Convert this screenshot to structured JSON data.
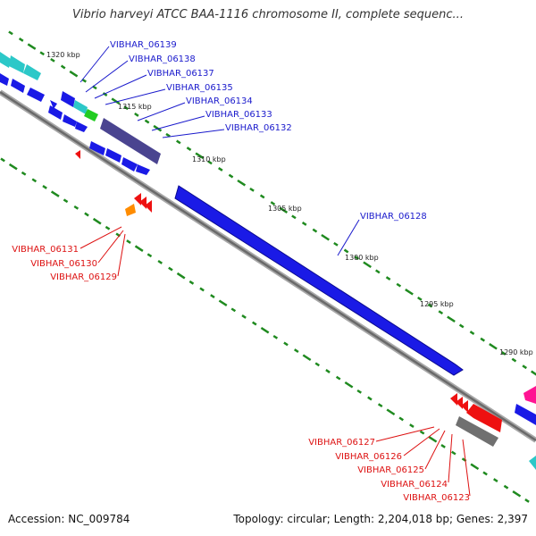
{
  "title": "Vibrio harveyi ATCC BAA-1116 chromosome II, complete sequenc...",
  "footer": {
    "accession": "Accession: NC_009784",
    "topology": "Topology: circular; Length: 2,204,018 bp; Genes: 2,397"
  },
  "scale_labels": [
    "1320 kbp",
    "1315 kbp",
    "1310 kbp",
    "1305 kbp",
    "1300 kbp",
    "1295 kbp",
    "1290 kbp"
  ],
  "genes_upper": [
    "VIBHAR_06139",
    "VIBHAR_06138",
    "VIBHAR_06137",
    "VIBHAR_06135",
    "VIBHAR_06134",
    "VIBHAR_06133",
    "VIBHAR_06132"
  ],
  "gene_main": "VIBHAR_06128",
  "genes_left": [
    "VIBHAR_06131",
    "VIBHAR_06130",
    "VIBHAR_06129"
  ],
  "genes_lower": [
    "VIBHAR_06127",
    "VIBHAR_06126",
    "VIBHAR_06125",
    "VIBHAR_06124",
    "VIBHAR_06123"
  ],
  "colors": {
    "forward_label": "#1a1acc",
    "reverse_label": "#dd1111",
    "backbone": "#808080",
    "tick": "#1f8a1f",
    "forward_gene": "#1a1ae6",
    "reverse_gene": "#ee1111",
    "cyan_gene": "#2cc8c8",
    "purple_gene": "#4a4490",
    "gray_gene": "#707070"
  }
}
